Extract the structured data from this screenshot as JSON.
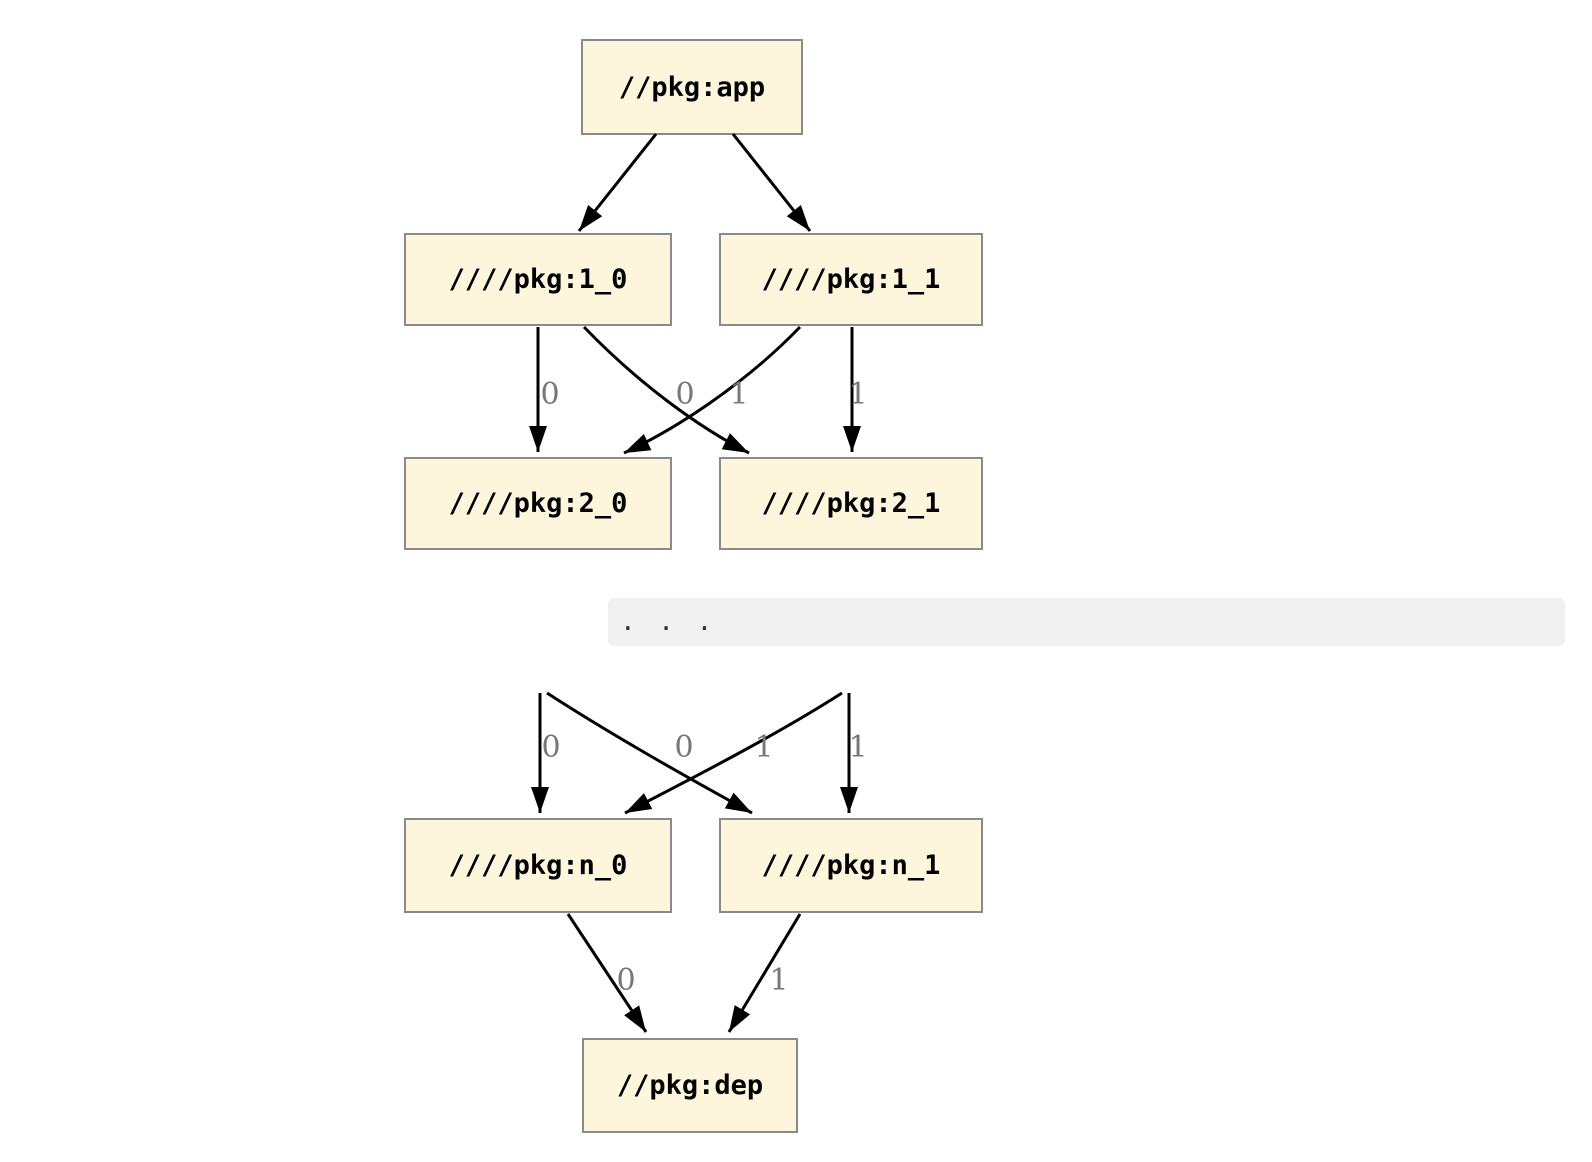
{
  "diagram": {
    "type": "dependency-graph",
    "colors": {
      "background": "#ffffff",
      "node_fill": "#fdf6dc",
      "node_border": "#8a8a8a",
      "node_text": "#000000",
      "edge": "#000000",
      "edge_label": "#777777",
      "ellipsis_bar_background": "#f0f0f0"
    },
    "top_graph": {
      "nodes": [
        {
          "id": "app",
          "label": "//pkg:app"
        },
        {
          "id": "1_0",
          "label": "////pkg:1_0"
        },
        {
          "id": "1_1",
          "label": "////pkg:1_1"
        },
        {
          "id": "2_0",
          "label": "////pkg:2_0"
        },
        {
          "id": "2_1",
          "label": "////pkg:2_1"
        }
      ],
      "edges": [
        {
          "from": "//pkg:app",
          "to": "////pkg:1_0",
          "label": ""
        },
        {
          "from": "//pkg:app",
          "to": "////pkg:1_1",
          "label": ""
        },
        {
          "from": "////pkg:1_0",
          "to": "////pkg:2_0",
          "label": "0"
        },
        {
          "from": "////pkg:1_0",
          "to": "////pkg:2_1",
          "label": "0"
        },
        {
          "from": "////pkg:1_1",
          "to": "////pkg:2_0",
          "label": "1"
        },
        {
          "from": "////pkg:1_1",
          "to": "////pkg:2_1",
          "label": "1"
        }
      ]
    },
    "ellipsis_bar": {
      "text": ". . ."
    },
    "bottom_graph": {
      "nodes": [
        {
          "id": "n_0",
          "label": "////pkg:n_0"
        },
        {
          "id": "n_1",
          "label": "////pkg:n_1"
        },
        {
          "id": "dep",
          "label": "//pkg:dep"
        }
      ],
      "edges": [
        {
          "from": "",
          "to": "////pkg:n_0",
          "label": "0"
        },
        {
          "from": "",
          "to": "////pkg:n_1",
          "label": "0"
        },
        {
          "from": "",
          "to": "////pkg:n_0",
          "label": "1"
        },
        {
          "from": "",
          "to": "////pkg:n_1",
          "label": "1"
        },
        {
          "from": "////pkg:n_0",
          "to": "//pkg:dep",
          "label": "0"
        },
        {
          "from": "////pkg:n_1",
          "to": "//pkg:dep",
          "label": "1"
        }
      ]
    }
  }
}
